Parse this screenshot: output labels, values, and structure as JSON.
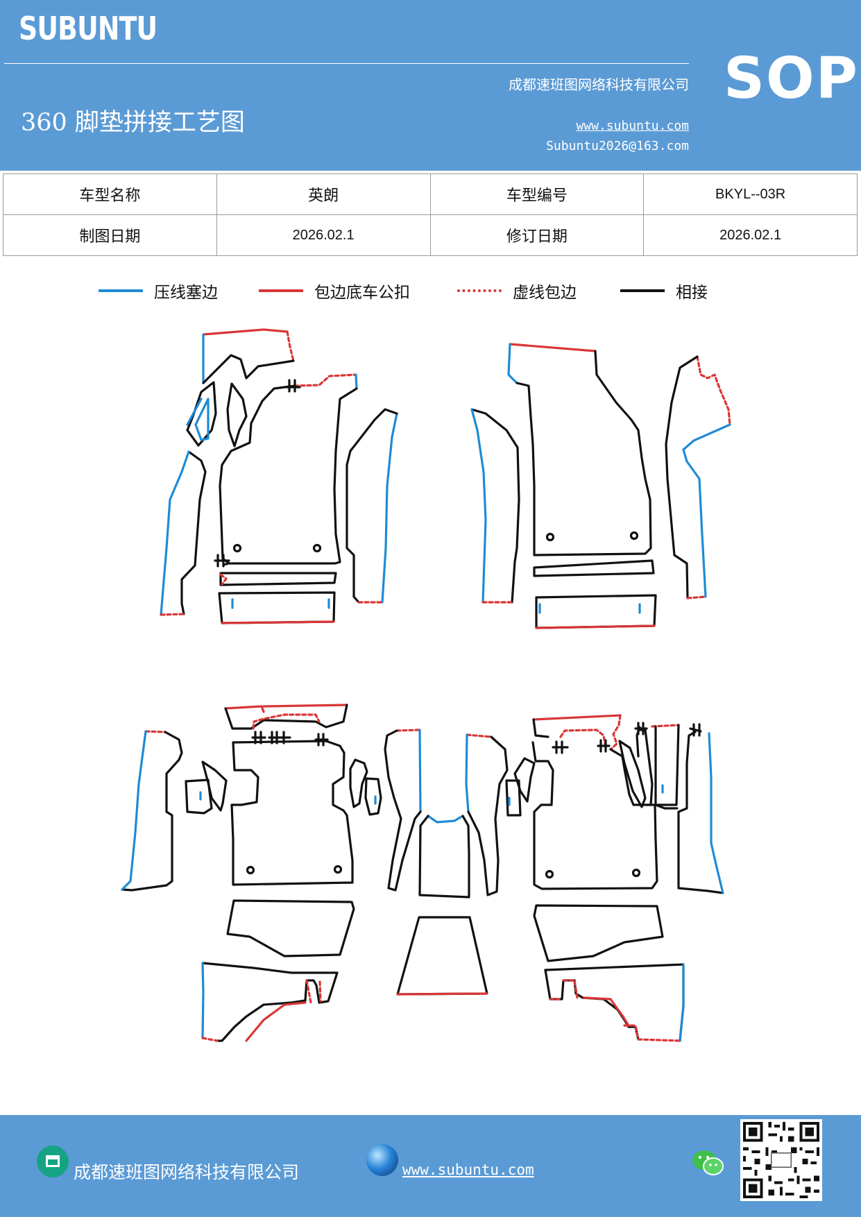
{
  "header": {
    "brand": "SUBUNTU",
    "company": "成都速班图网络科技有限公司",
    "title": "360 脚垫拼接工艺图",
    "website": "www.subuntu.com",
    "email": "Subuntu2026@163.com",
    "badge": "SOP"
  },
  "info_table": {
    "rows": [
      {
        "label1": "车型名称",
        "value1": "英朗",
        "label2": "车型编号",
        "value2": "BKYL--03R"
      },
      {
        "label1": "制图日期",
        "value1": "2026.02.1",
        "label2": "修订日期",
        "value2": "2026.02.1"
      }
    ]
  },
  "legend": [
    {
      "label": "压线塞边",
      "color": "#1f8ad6",
      "style": "solid"
    },
    {
      "label": "包边底车公扣",
      "color": "#d93636",
      "style": "solid"
    },
    {
      "label": "虚线包边",
      "color": "#d93636",
      "style": "dotted"
    },
    {
      "label": "相接",
      "color": "#111111",
      "style": "solid"
    }
  ],
  "footer": {
    "company": "成都速班图网络科技有限公司",
    "website": "www.subuntu.com",
    "icons": [
      "building-icon",
      "globe-icon",
      "wechat-icon",
      "qr-code"
    ]
  }
}
